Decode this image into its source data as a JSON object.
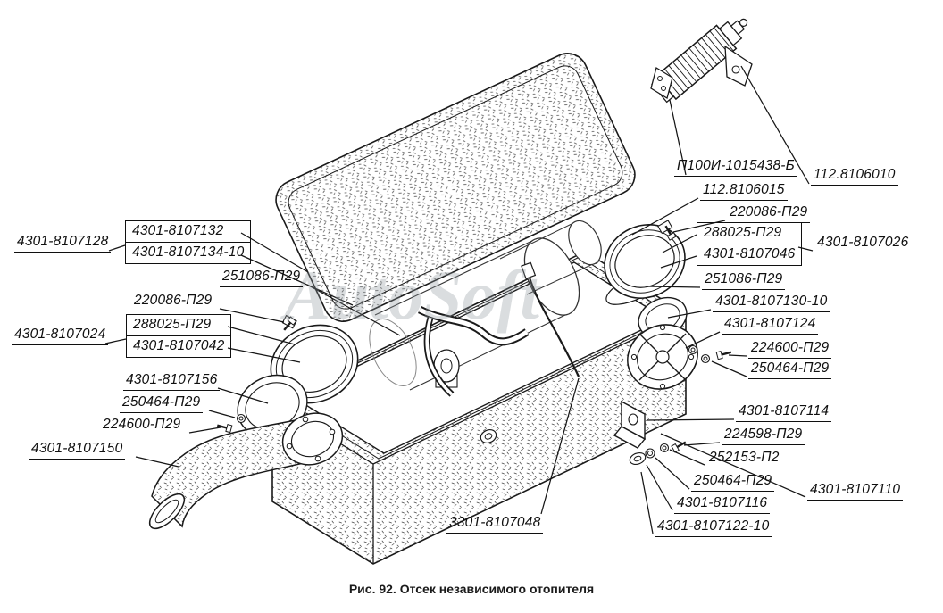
{
  "figure": {
    "caption": "Рис. 92. Отсек независимого отопителя",
    "watermark": "AutoSoft"
  },
  "colors": {
    "line": "#1a1a1a",
    "background": "#ffffff",
    "watermark": "#8f989e"
  },
  "labels": {
    "p8107128": "4301-8107128",
    "p8107132": "4301-8107132",
    "p8107134": "4301-8107134-10",
    "p251086L": "251086-П29",
    "p220086L": "220086-П29",
    "p288025L": "288025-П29",
    "p8107042": "4301-8107042",
    "p8107024": "4301-8107024",
    "p8107156": "4301-8107156",
    "p250464L": "250464-П29",
    "p224600L": "224600-П29",
    "p8107150": "4301-8107150",
    "p8107048": "3301-8107048",
    "pP100I": "П100И-1015438-Б",
    "p8106010": "112.8106010",
    "p8106015": "112.8106015",
    "p220086R": "220086-П29",
    "p288025R": "288025-П29",
    "p8107046": "4301-8107046",
    "p8107026": "4301-8107026",
    "p251086R": "251086-П29",
    "p8107130": "4301-8107130-10",
    "p8107124": "4301-8107124",
    "p224600R": "224600-П29",
    "p250464R": "250464-П29",
    "p8107114": "4301-8107114",
    "p224598": "224598-П29",
    "p252153": "252153-П2",
    "p250464B": "250464-П29",
    "p8107116": "4301-8107116",
    "p8107122": "4301-8107122-10",
    "p8107110": "4301-8107110"
  }
}
